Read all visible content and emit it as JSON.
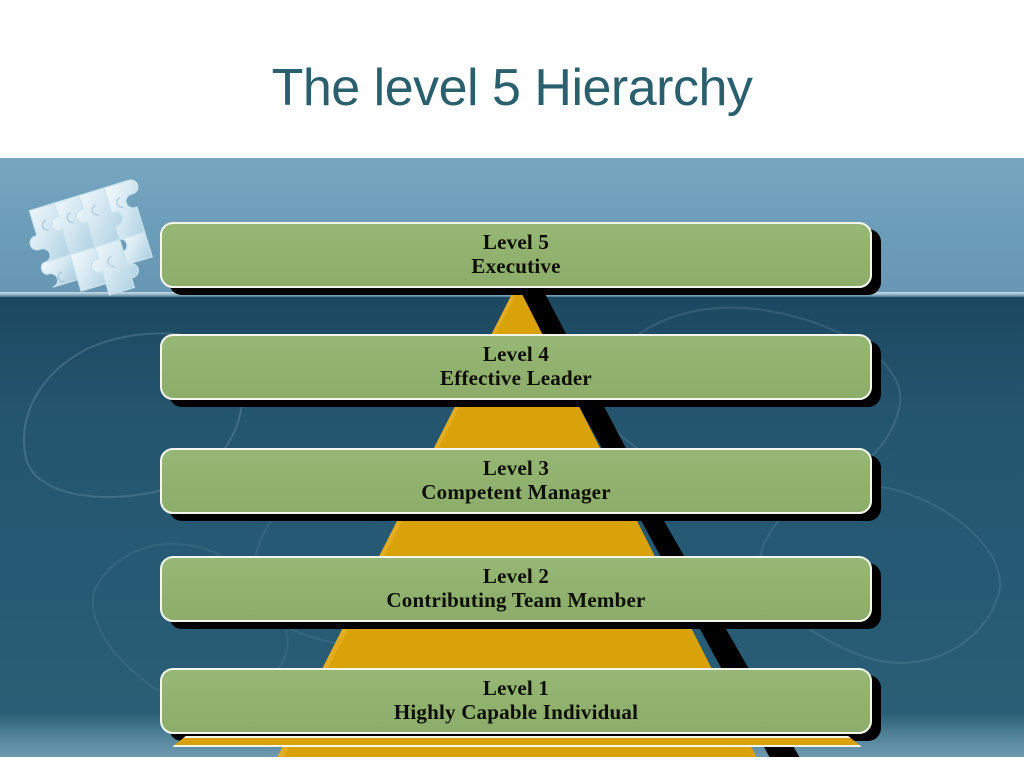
{
  "slide": {
    "title": "The level 5 Hierarchy"
  },
  "colors": {
    "title_text": "#2a5f6e",
    "bar_green": "#91b26e",
    "bar_border": "#f4f6ec",
    "bar_shadow": "#000000",
    "pyramid_orange": "#d9a20a",
    "background_upper": "#6b9cb8",
    "background_lower": "#255670",
    "level_text": "#0d0d06"
  },
  "levels": [
    {
      "id": "level-5",
      "number": "Level 5",
      "title": "Executive"
    },
    {
      "id": "level-4",
      "number": "Level 4",
      "title": "Effective Leader"
    },
    {
      "id": "level-3",
      "number": "Level 3",
      "title": "Competent Manager"
    },
    {
      "id": "level-2",
      "number": "Level 2",
      "title": "Contributing Team Member"
    },
    {
      "id": "level-1",
      "number": "Level 1",
      "title": "Highly Capable Individual"
    }
  ],
  "graphics": {
    "puzzle": "jigsaw-puzzle-pieces",
    "pyramid": "orange-pyramid"
  }
}
